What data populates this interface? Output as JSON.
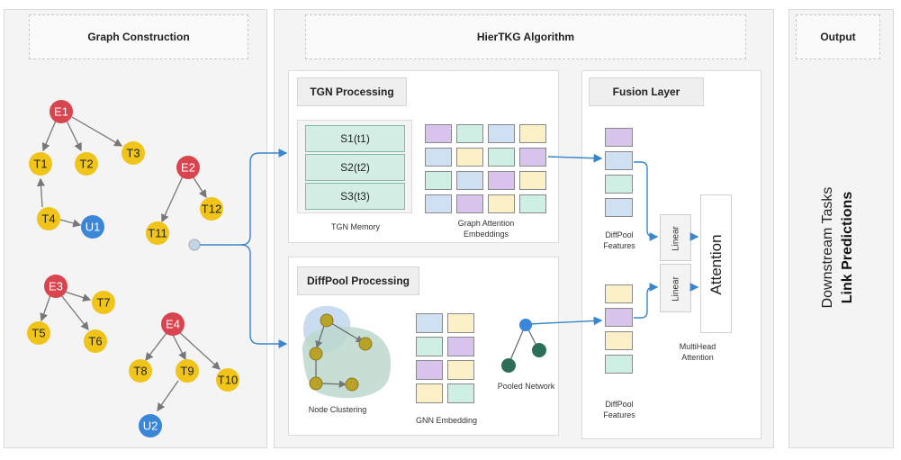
{
  "sections": {
    "graph_construction": "Graph Construction",
    "algorithm": "HierTKG  Algorithm",
    "output": "Output"
  },
  "tgn": {
    "title": "TGN Processing",
    "memory_rows": [
      "S1(t1)",
      "S2(t2)",
      "S3(t3)"
    ],
    "memory_label": "TGN Memory",
    "attention_label_1": "Graph Attention",
    "attention_label_2": "Embeddings"
  },
  "diffpool": {
    "title": "DiffPool Processing",
    "clustering_label": "Node Clustering",
    "gnn_label": "GNN Embedding",
    "pooled_label": "Pooled Network"
  },
  "fusion": {
    "title": "Fusion Layer",
    "features_top_1": "DiffPool",
    "features_top_2": "Features",
    "features_bottom_1": "DiffPool",
    "features_bottom_2": "Features",
    "linear_top": "Linear",
    "linear_bottom": "Linear",
    "attention": "Attention",
    "multihead_1": "MultiHead",
    "multihead_2": "Attention"
  },
  "output": {
    "line1": "Downstream Tasks",
    "line2": "Link Predictions"
  },
  "graph_nodes": [
    {
      "id": "E1",
      "type": "entity"
    },
    {
      "id": "T1",
      "type": "tag"
    },
    {
      "id": "T2",
      "type": "tag"
    },
    {
      "id": "T3",
      "type": "tag"
    },
    {
      "id": "T4",
      "type": "tag"
    },
    {
      "id": "U1",
      "type": "user"
    },
    {
      "id": "E2",
      "type": "entity"
    },
    {
      "id": "T11",
      "type": "tag"
    },
    {
      "id": "T12",
      "type": "tag"
    },
    {
      "id": "E3",
      "type": "entity"
    },
    {
      "id": "T7",
      "type": "tag"
    },
    {
      "id": "T5",
      "type": "tag"
    },
    {
      "id": "T6",
      "type": "tag"
    },
    {
      "id": "E4",
      "type": "entity"
    },
    {
      "id": "T8",
      "type": "tag"
    },
    {
      "id": "T9",
      "type": "tag"
    },
    {
      "id": "T10",
      "type": "tag"
    },
    {
      "id": "U2",
      "type": "user"
    }
  ],
  "colors": {
    "entity": "#d8454f",
    "tag": "#f0c419",
    "user": "#3a86d8",
    "purple": "#d7c3ec",
    "blue": "#cfe0f3",
    "teal": "#cfeee4",
    "yellow": "#fbf0c8",
    "arrow": "#3a86c8"
  }
}
